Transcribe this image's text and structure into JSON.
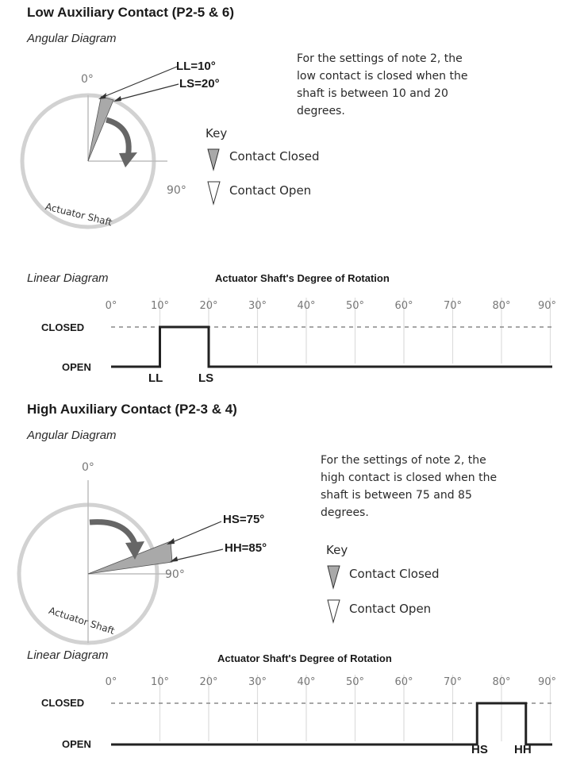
{
  "low": {
    "title": "Low Auxiliary Contact (P2-5 & 6)",
    "angular_label": "Angular Diagram",
    "zero_label": "0°",
    "ninety_label": "90°",
    "shaft_label": "Actuator Shaft",
    "arm_a_label": "LL=10°",
    "arm_b_label": "LS=20°",
    "note": "For the settings of note 2, the low contact is closed when the shaft is between 10 and 20 degrees.",
    "key_title": "Key",
    "key_closed": "Contact Closed",
    "key_open": "Contact Open",
    "linear_label": "Linear Diagram",
    "rotation_title": "Actuator Shaft's Degree of Rotation",
    "closed_label": "CLOSED",
    "open_label": "OPEN",
    "marker_a": "LL",
    "marker_b": "LS",
    "closed_from_deg": 10,
    "closed_to_deg": 20
  },
  "high": {
    "title": "High Auxiliary Contact (P2-3 & 4)",
    "angular_label": "Angular Diagram",
    "zero_label": "0°",
    "ninety_label": "90°",
    "shaft_label": "Actuator Shaft",
    "arm_a_label": "HS=75°",
    "arm_b_label": "HH=85°",
    "note": "For the settings of note 2, the high contact is closed when the shaft is between 75 and 85 degrees.",
    "key_title": "Key",
    "key_closed": "Contact Closed",
    "key_open": "Contact Open",
    "linear_label": "Linear Diagram",
    "rotation_title": "Actuator Shaft's Degree of Rotation",
    "closed_label": "CLOSED",
    "open_label": "OPEN",
    "marker_a": "HS",
    "marker_b": "HH",
    "closed_from_deg": 75,
    "closed_to_deg": 85
  },
  "degree_ticks": [
    "0°",
    "10°",
    "20°",
    "30°",
    "40°",
    "50°",
    "60°",
    "70°",
    "80°",
    "90°"
  ],
  "colors": {
    "wedge_fill": "#a9a9a9",
    "circle_stroke": "#d2d2d2",
    "signal_line": "#222222",
    "dashed_line": "#8a8a8a",
    "grid_line": "#dddddd",
    "degree_text": "#777777"
  }
}
